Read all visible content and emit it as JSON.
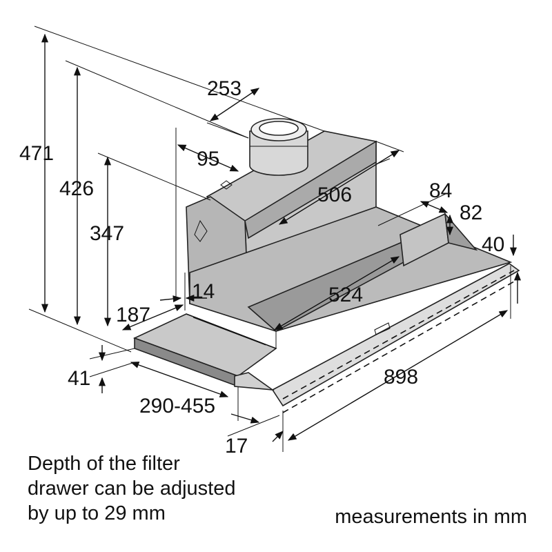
{
  "dimensions": {
    "d471": "471",
    "d426": "426",
    "d347": "347",
    "d253": "253",
    "d95": "95",
    "d506": "506",
    "d84": "84",
    "d82": "82",
    "d40": "40",
    "d14": "14",
    "d524": "524",
    "d187": "187",
    "d41": "41",
    "d898": "898",
    "d290_455": "290-455",
    "d17": "17"
  },
  "notes": {
    "depth_line1": "Depth of the filter",
    "depth_line2": "drawer can be adjusted",
    "depth_line3": "by up to 29 mm",
    "units": "measurements in mm"
  }
}
